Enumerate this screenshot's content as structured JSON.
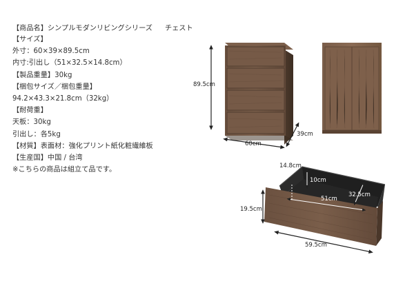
{
  "spec": {
    "title_label": "【商品名】シンプルモダンリビングシリーズ",
    "title_name": "チェスト",
    "lines": [
      "【サイズ】",
      "外寸：60×39×89.5cm",
      "内寸:引出し（51×32.5×14.8cm）",
      "【製品重量】30kg",
      "【梱包サイズ／梱包重量】",
      "94.2×43.3×21.8cm（32kg）",
      "【耐荷重】",
      "天板：30kg",
      "引出し：各5kg",
      "【材質】表面材：強化プリント紙化粧繊維板",
      "【生産国】中国 / 台湾",
      "※こちらの商品は組立て品です。"
    ]
  },
  "chest_dims": {
    "height": "89.5cm",
    "width": "60cm",
    "depth": "39cm"
  },
  "drawer_dims": {
    "inner_height": "14.8cm",
    "inner_depth_marker": "10cm",
    "inner_width": "51cm",
    "inner_depth": "32.5cm",
    "outer_height": "19.5cm",
    "outer_width": "59.5cm"
  },
  "colors": {
    "wood_dark": "#5a4433",
    "wood_mid": "#6e5442",
    "wood_light": "#876a55",
    "interior": "#2a2a2a",
    "arrow": "#222222"
  }
}
